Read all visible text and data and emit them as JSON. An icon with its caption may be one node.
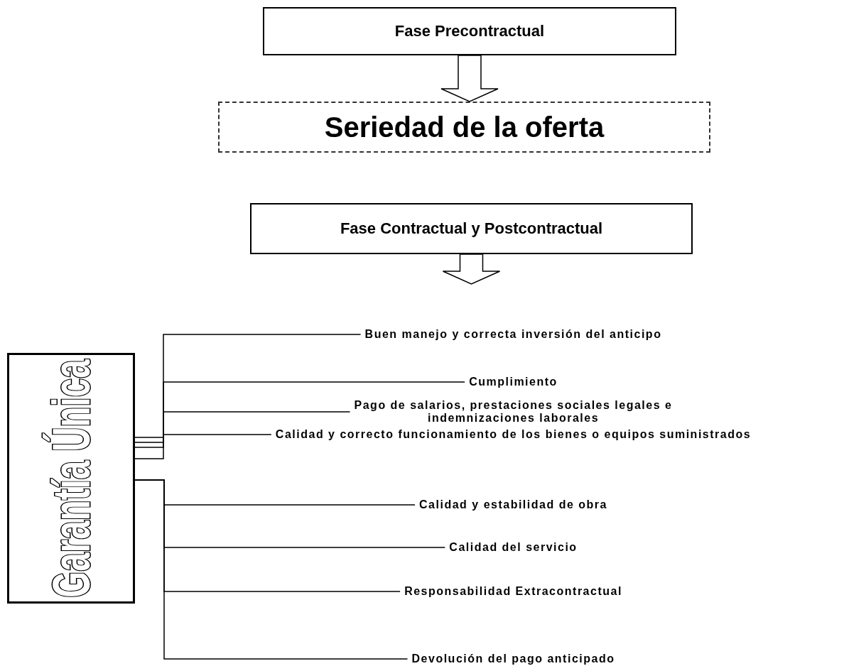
{
  "diagram": {
    "nodes": [
      {
        "text": [
          "Fase Precontractual"
        ]
      },
      {
        "text": [
          "Seriedad de la oferta"
        ]
      },
      {
        "text": [
          "Fase Contractual y Postcontractual"
        ]
      },
      {
        "text": [
          "Garantía Única"
        ]
      },
      {
        "text": [
          "Buen manejo y correcta inversión del anticipo"
        ]
      },
      {
        "text": [
          "Cumplimiento"
        ]
      },
      {
        "text": [
          "Pago de salarios, prestaciones sociales legales e indemnizaciones laborales"
        ]
      },
      {
        "text": [
          "Calidad y correcto funcionamiento de los bienes o equipos suministrados"
        ]
      },
      {
        "text": [
          "Calidad y estabilidad de obra"
        ]
      },
      {
        "text": [
          "Calidad del servicio"
        ]
      },
      {
        "text": [
          "Responsabilidad Extracontractual"
        ]
      },
      {
        "text": [
          "Devolución del pago anticipado"
        ]
      }
    ],
    "edges": [
      {
        "from": 0,
        "to": 1,
        "arrow": "to"
      },
      {
        "from": 2,
        "to": null,
        "arrow": "to"
      },
      {
        "from": 3,
        "to": 4,
        "arrow": "none"
      },
      {
        "from": 3,
        "to": 5,
        "arrow": "none"
      },
      {
        "from": 3,
        "to": 6,
        "arrow": "none"
      },
      {
        "from": 3,
        "to": 7,
        "arrow": "none"
      },
      {
        "from": 3,
        "to": 8,
        "arrow": "none"
      },
      {
        "from": 3,
        "to": 9,
        "arrow": "none"
      },
      {
        "from": 3,
        "to": 10,
        "arrow": "none"
      },
      {
        "from": 3,
        "to": 11,
        "arrow": "none"
      }
    ]
  }
}
